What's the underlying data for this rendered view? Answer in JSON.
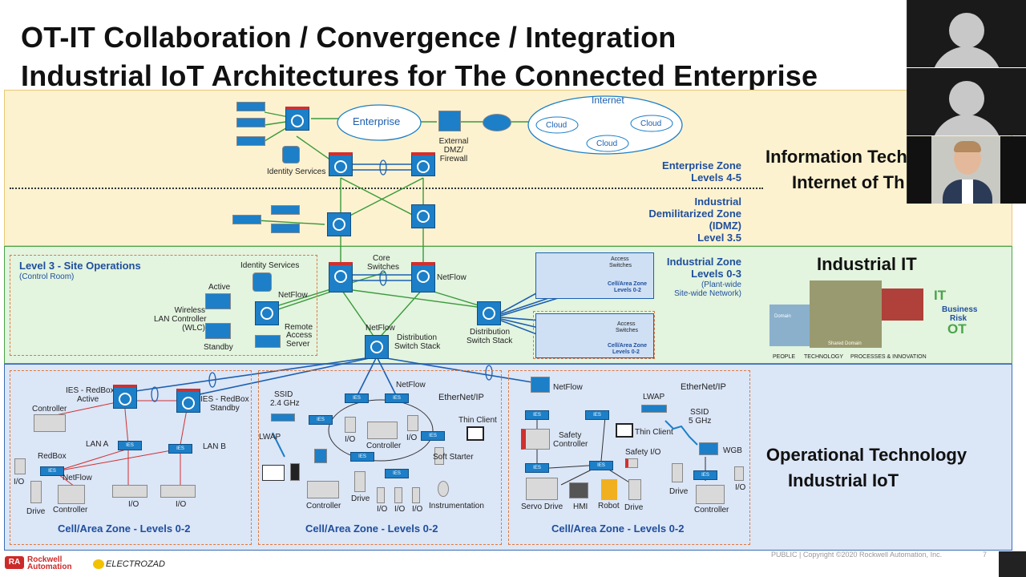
{
  "titles": {
    "line1": "OT-IT Collaboration / Convergence / Integration",
    "line2": "Industrial IoT Architectures for The Connected Enterprise"
  },
  "top_network": {
    "enterprise_cloud": "Enterprise",
    "internet": "Internet",
    "cloud": "Cloud",
    "dmz": "External DMZ/ Firewall",
    "identity": "Identity Services"
  },
  "zones": {
    "enterprise": {
      "title": "Enterprise Zone",
      "levels": "Levels 4-5"
    },
    "idmz": {
      "title": "Industrial Demilitarized Zone (IDMZ)",
      "l1": "Industrial",
      "l2": "Demilitarized Zone",
      "l3": "(IDMZ)",
      "levels": "Level 3.5"
    },
    "industrial": {
      "title": "Industrial Zone",
      "levels": "Levels 0-3",
      "sub1": "(Plant-wide",
      "sub2": "Site-wide Network)"
    }
  },
  "site_ops": {
    "title": "Level 3 - Site Operations",
    "subtitle": "(Control Room)",
    "identity": "Identity Services",
    "netflow": "NetFlow",
    "active": "Active",
    "wlc1": "Wireless",
    "wlc2": "LAN Controller",
    "wlc3": "(WLC)",
    "standby": "Standby",
    "remote1": "Remote",
    "remote2": "Access",
    "remote3": "Server"
  },
  "core": {
    "core1": "Core",
    "core2": "Switches",
    "netflow": "NetFlow",
    "netflow2": "NetFlow",
    "dist1": "Distribution",
    "dist2": "Switch Stack",
    "dist3": "Distribution",
    "dist4": "Switch Stack"
  },
  "access_boxes": {
    "access1": "Access",
    "access2": "Switches",
    "cellarea1": "Cell/Area Zone",
    "cellarea2": "Levels 0-2"
  },
  "right_labels": {
    "it_top1": "Information Tech",
    "it_top2": "Internet of Th",
    "industrial_it": "Industrial IT",
    "people": "PEOPLE",
    "technology": "TECHNOLOGY",
    "processes": "PROCESSES & INNOVATION",
    "domain": "Domain",
    "shared_domain": "Shared Domain",
    "it": "IT",
    "business": "Business",
    "risk": "Risk",
    "ot": "OT",
    "ot1": "Operational Technology",
    "ot2": "Industrial IoT"
  },
  "cell1": {
    "title": "Cell/Area Zone - Levels 0-2",
    "ies_active1": "IES - RedBox",
    "ies_active2": "Active",
    "ies_standby1": "IES - RedBox",
    "ies_standby2": "Standby",
    "controller": "Controller",
    "lan_a": "LAN A",
    "lan_b": "LAN B",
    "redbox": "RedBox",
    "netflow": "NetFlow",
    "io": "I/O",
    "drive": "Drive",
    "controller2": "Controller",
    "io2": "I/O",
    "io3": "I/O"
  },
  "cell2": {
    "title": "Cell/Area Zone - Levels 0-2",
    "ssid1": "SSID",
    "ssid2": "2.4 GHz",
    "netflow": "NetFlow",
    "ethernetip": "EtherNet/IP",
    "lwap": "LWAP",
    "io": "I/O",
    "controller": "Controller",
    "thin_client": "Thin Client",
    "soft_starter": "Soft Starter",
    "controller2": "Controller",
    "drive": "Drive",
    "instrumentation": "Instrumentation"
  },
  "cell3": {
    "title": "Cell/Area Zone - Levels 0-2",
    "netflow": "NetFlow",
    "ethernetip": "EtherNet/IP",
    "lwap": "LWAP",
    "ssid1": "SSID",
    "ssid2": "5 GHz",
    "safety1": "Safety",
    "safety2": "Controller",
    "thin_client": "Thin Client",
    "safety_io": "Safety I/O",
    "wgb": "WGB",
    "servo": "Servo Drive",
    "hmi": "HMI",
    "robot": "Robot",
    "drive": "Drive",
    "drive2": "Drive",
    "controller": "Controller",
    "io": "I/O"
  },
  "footer": {
    "rockwell1": "Rockwell",
    "rockwell2": "Automation",
    "ra": "RA",
    "electrozad": "ELECTROZAD",
    "copyright": "PUBLIC | Copyright ©2020 Rockwell Automation, Inc.",
    "page": "7"
  },
  "colors": {
    "enterprise_band": "#fdf2d0",
    "industrial_band": "#e3f4df",
    "ot_band": "#dbe6f7",
    "zone_text": "#1f4e9c",
    "switch_blue": "#1c7fc7"
  }
}
